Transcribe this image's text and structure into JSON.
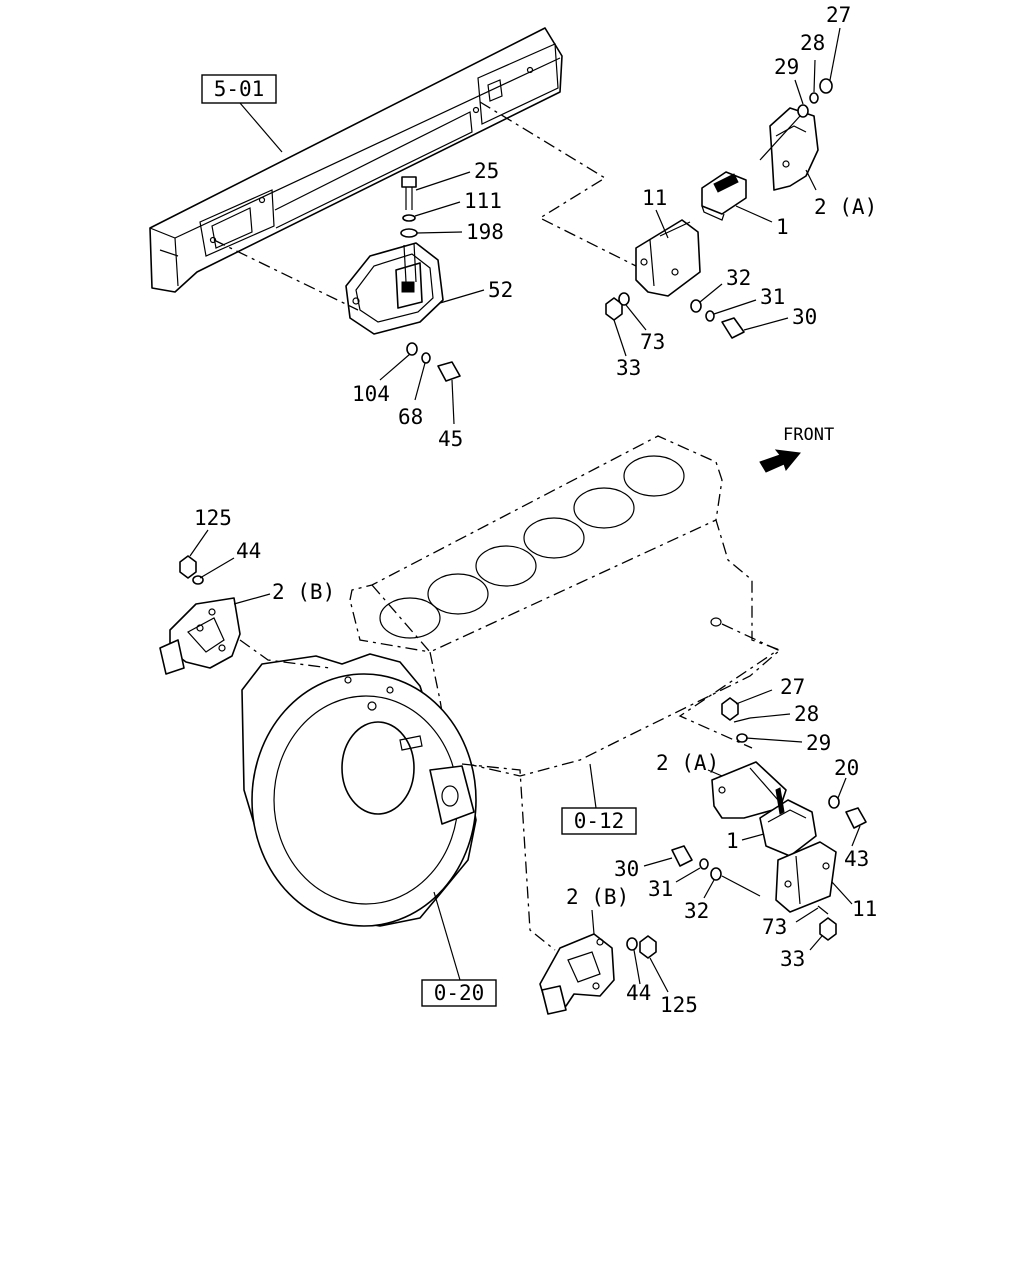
{
  "direction": {
    "label": "FRONT"
  },
  "references": {
    "frame": "5-01",
    "cylinder_block": "0-12",
    "flywheel_housing": "0-20"
  },
  "callouts": {
    "rear_mount": {
      "bolt": "25",
      "spring_washer": "111",
      "washer": "198",
      "bracket": "52",
      "washer_lower": "104",
      "spring_washer_lower": "68",
      "bolt_lower": "45"
    },
    "right_mount": {
      "nut": "27",
      "spring_washer": "28",
      "washer": "29",
      "bracket": "2 (A)",
      "insulator": "1",
      "frame_bracket": "11",
      "washer_a": "32",
      "spring_washer_a": "31",
      "bolt": "30",
      "nut_b": "33",
      "washer_b": "73"
    },
    "left_engine_bracket": {
      "nut": "125",
      "washer": "44",
      "bracket": "2 (B)"
    },
    "front_right_mount": {
      "nut": "27",
      "spring_washer": "28",
      "washer": "29",
      "bracket": "2 (A)",
      "washer_b": "20",
      "insulator": "1",
      "bolt_b": "43",
      "bolt": "30",
      "spring_washer_a": "31",
      "washer_a": "32",
      "frame_bracket": "11",
      "washer_c": "73",
      "nut_c": "33"
    },
    "lower_engine_bracket": {
      "bracket": "2 (B)",
      "washer": "44",
      "nut": "125"
    }
  }
}
